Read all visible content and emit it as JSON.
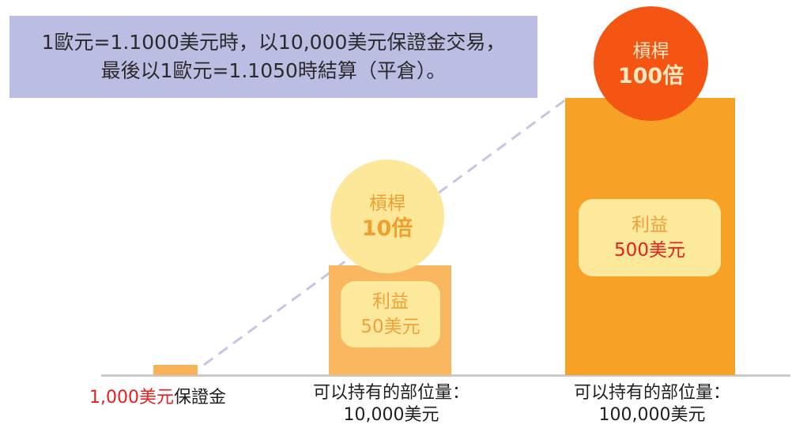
{
  "note": {
    "line1": "1歐元=1.1000美元時，以10,000美元保證金交易，",
    "line2": "最後以1歐元=1.1050時結算（平倉）。"
  },
  "steps": [
    {
      "margin_amount": "1,000美元",
      "margin_label": "保證金"
    },
    {
      "leverage_label": "槓桿",
      "leverage_value": "10倍",
      "profit_label": "利益",
      "profit_value": "50美元",
      "position_label": "可以持有的部位量：",
      "position_value": "10,000美元"
    },
    {
      "leverage_label": "槓桿",
      "leverage_value": "100倍",
      "profit_label": "利益",
      "profit_value": "500美元",
      "position_label": "可以持有的部位量：",
      "position_value": "100,000美元"
    }
  ],
  "colors": {
    "note_bg": "#bcbde3",
    "bar": "#f7a126",
    "bar_light": "#f9b75f",
    "profit_card": "#fce99b",
    "leverage_10": "#fde89a",
    "leverage_100": "#f55512",
    "highlight_red": "#e81e1e"
  }
}
